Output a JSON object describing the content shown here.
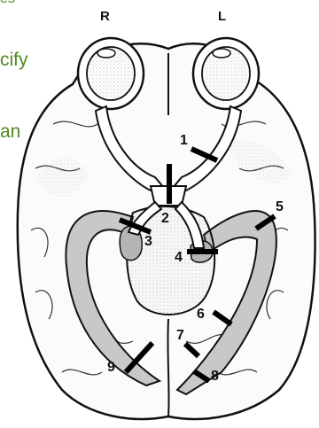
{
  "sides": {
    "right": "R",
    "left": "L"
  },
  "cropped_text": {
    "top": "es",
    "line1": "cify",
    "line2": "an"
  },
  "lesions": [
    {
      "id": 1,
      "label": "1"
    },
    {
      "id": 2,
      "label": "2"
    },
    {
      "id": 3,
      "label": "3"
    },
    {
      "id": 4,
      "label": "4"
    },
    {
      "id": 5,
      "label": "5"
    },
    {
      "id": 6,
      "label": "6"
    },
    {
      "id": 7,
      "label": "7"
    },
    {
      "id": 8,
      "label": "8"
    },
    {
      "id": 9,
      "label": "9"
    }
  ],
  "colors": {
    "outline": "#111111",
    "stipple": "#9a9a9a",
    "snippet_text": "#4f8a20"
  }
}
